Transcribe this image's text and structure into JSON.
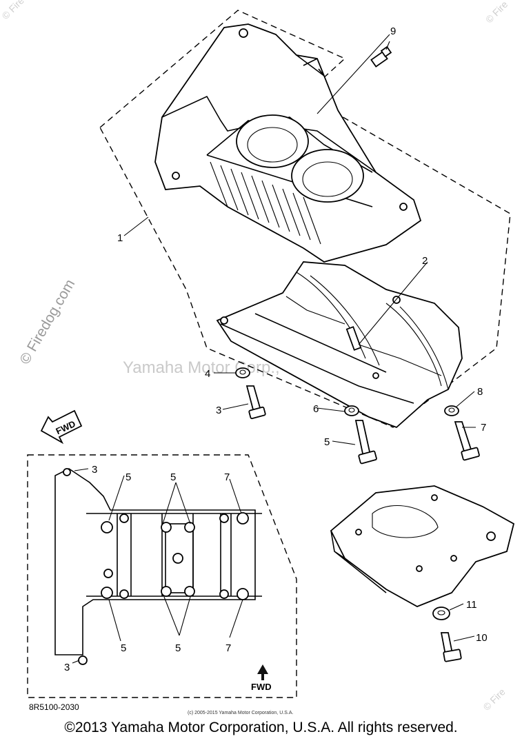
{
  "callouts": {
    "c1": "1",
    "c2": "2",
    "c3": "3",
    "c4": "4",
    "c5": "5",
    "c6": "6",
    "c7": "7",
    "c8": "8",
    "c9": "9",
    "c10": "10",
    "c11": "11"
  },
  "fwd_label": "FWD",
  "diagram_code": "8R5100-2030",
  "small_copyright": "(c) 2005-2015 Yamaha Motor Corporation, U.S.A.",
  "watermark_center": "Yamaha Motor Corp., U.S.A.",
  "watermark_side": "© Firedog.com",
  "watermark_corner": "© Fire",
  "copyright": "©2013 Yamaha Motor Corporation, U.S.A. All rights reserved."
}
